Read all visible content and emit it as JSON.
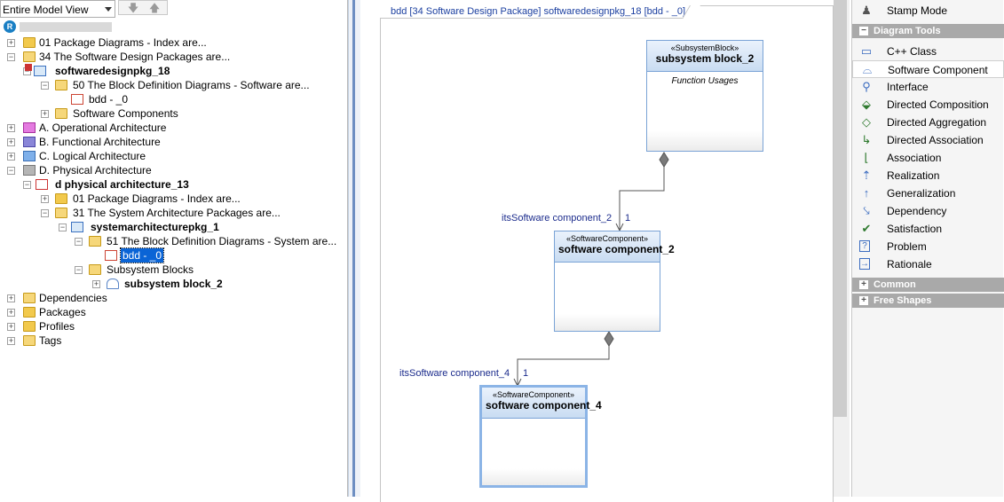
{
  "browser": {
    "view_select": "Entire Model View",
    "nav_down": "🡇",
    "nav_up": "🡅",
    "tree": [
      {
        "label": "01 Package Diagrams - Index are...",
        "bold": false
      },
      {
        "label": "34 The Software Design Packages are...",
        "bold": false
      },
      {
        "label": "softwaredesignpkg_18",
        "bold": true
      },
      {
        "label": "50 The Block Definition Diagrams - Software are...",
        "bold": false
      },
      {
        "label": "bdd - _0",
        "bold": false
      },
      {
        "label": "Software Components",
        "bold": false
      },
      {
        "label": "A. Operational Architecture",
        "bold": false
      },
      {
        "label": "B. Functional Architecture",
        "bold": false
      },
      {
        "label": "C. Logical Architecture",
        "bold": false
      },
      {
        "label": "D. Physical Architecture",
        "bold": false
      },
      {
        "label": "d physical architecture_13",
        "bold": true
      },
      {
        "label": "01 Package Diagrams - Index are...",
        "bold": false
      },
      {
        "label": "31 The System Architecture Packages are...",
        "bold": false
      },
      {
        "label": "systemarchitecturepkg_1",
        "bold": true
      },
      {
        "label": "51 The Block Definition Diagrams - System are...",
        "bold": false
      },
      {
        "label": "bdd - _0",
        "bold": false,
        "selected": true
      },
      {
        "label": "Subsystem Blocks",
        "bold": false
      },
      {
        "label": "subsystem block_2",
        "bold": true
      },
      {
        "label": "Dependencies",
        "bold": false
      },
      {
        "label": "Packages",
        "bold": false
      },
      {
        "label": "Profiles",
        "bold": false
      },
      {
        "label": "Tags",
        "bold": false
      }
    ]
  },
  "diagram": {
    "frame_title": "bdd [34 Software Design Package] softwaredesignpkg_18 [bdd - _0]",
    "block1": {
      "stereotype": "«SubsystemBlock»",
      "name": "subsystem block_2",
      "compartment": "Function Usages"
    },
    "block2": {
      "stereotype": "«SoftwareComponent»",
      "name": "software component_2"
    },
    "block3": {
      "stereotype": "«SoftwareComponent»",
      "name": "software component_4"
    },
    "role1": "itsSoftware component_2",
    "mult1": "1",
    "role2": "itsSoftware component_4",
    "mult2": "1"
  },
  "toolbox": {
    "stamp_mode": "Stamp Mode",
    "sections": {
      "diagram_tools": "Diagram Tools",
      "common": "Common",
      "free_shapes": "Free Shapes"
    },
    "tools": [
      {
        "label": "C++ Class",
        "icon": "class-icon"
      },
      {
        "label": "Software Component",
        "icon": "software-component-icon",
        "active": true
      },
      {
        "label": "Interface",
        "icon": "interface-icon"
      },
      {
        "label": "Directed Composition",
        "icon": "directed-composition-icon"
      },
      {
        "label": "Directed Aggregation",
        "icon": "directed-aggregation-icon"
      },
      {
        "label": "Directed Association",
        "icon": "directed-association-icon"
      },
      {
        "label": "Association",
        "icon": "association-icon"
      },
      {
        "label": "Realization",
        "icon": "realization-icon"
      },
      {
        "label": "Generalization",
        "icon": "generalization-icon"
      },
      {
        "label": "Dependency",
        "icon": "dependency-icon"
      },
      {
        "label": "Satisfaction",
        "icon": "satisfaction-icon"
      },
      {
        "label": "Problem",
        "icon": "problem-icon"
      },
      {
        "label": "Rationale",
        "icon": "rationale-icon"
      }
    ],
    "section_toggle_collapse": "−",
    "section_toggle_expand": "+"
  }
}
